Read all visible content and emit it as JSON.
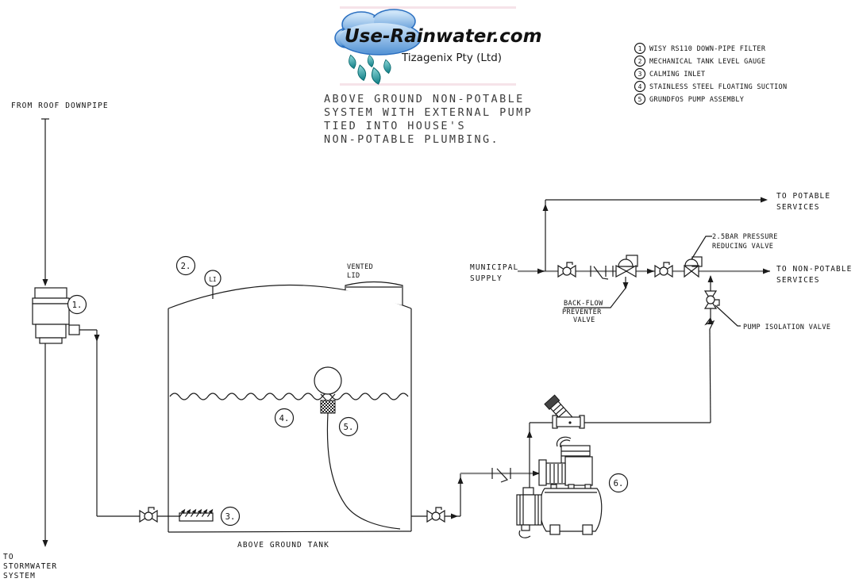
{
  "logo": {
    "site_name": "Use-Rainwater.com",
    "company": "Tizagenix Pty (Ltd)"
  },
  "title": {
    "lines": [
      "ABOVE GROUND NON-POTABLE",
      "SYSTEM WITH EXTERNAL PUMP",
      "TIED INTO HOUSE'S",
      "NON-POTABLE PLUMBING."
    ]
  },
  "legend": {
    "items": [
      {
        "num": "1",
        "label": "WISY RS110 DOWN-PIPE FILTER"
      },
      {
        "num": "2",
        "label": "MECHANICAL TANK LEVEL GAUGE"
      },
      {
        "num": "3",
        "label": "CALMING INLET"
      },
      {
        "num": "4",
        "label": "STAINLESS STEEL FLOATING SUCTION"
      },
      {
        "num": "5",
        "label": "GRUNDFOS PUMP ASSEMBLY"
      }
    ]
  },
  "labels": {
    "from_roof_downpipe": "FROM ROOF DOWNPIPE",
    "to_stormwater_1": "TO",
    "to_stormwater_2": "STORMWATER",
    "to_stormwater_3": "SYSTEM",
    "municipal_1": "MUNICIPAL",
    "municipal_2": "SUPPLY",
    "to_potable_1": "TO POTABLE",
    "to_potable_2": "SERVICES",
    "to_non_potable_1": "TO NON-POTABLE",
    "to_non_potable_2": "SERVICES",
    "prv_1": "2.5BAR PRESSURE",
    "prv_2": "REDUCING VALVE",
    "backflow_1": "BACK-FLOW",
    "backflow_2": "PREVENTER",
    "backflow_3": "VALVE",
    "pump_isolation": "PUMP ISOLATION VALVE",
    "vented_lid_1": "VENTED",
    "vented_lid_2": "LID",
    "above_ground_tank": "ABOVE GROUND TANK",
    "level_indicator": "LI"
  },
  "callouts": {
    "c1": "1.",
    "c2": "2.",
    "c3": "3.",
    "c4": "4.",
    "c5": "5.",
    "c6": "6."
  },
  "colors": {
    "line": "#1a1a1a",
    "supply_line": "#8c8c8c",
    "logo_text": "#2d0b86",
    "cloud_fill": "#7db3e8",
    "cloud_stroke": "#2a6fc0",
    "drop_fill": "#1d9094"
  }
}
